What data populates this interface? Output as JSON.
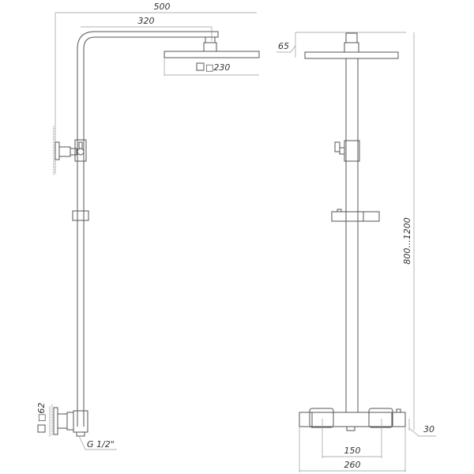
{
  "drawing": {
    "title": "Shower system technical drawing",
    "views": [
      "side-view",
      "front-view"
    ],
    "dimensions": {
      "overall_width": "500",
      "arm_length": "320",
      "head_size": "□230",
      "head_thickness": "65",
      "height_range": "800...1200",
      "flange_size": "□62",
      "connection_thread": "G 1/2\"",
      "mixer_depth": "30",
      "inlet_spacing": "150",
      "mixer_width": "260"
    }
  }
}
